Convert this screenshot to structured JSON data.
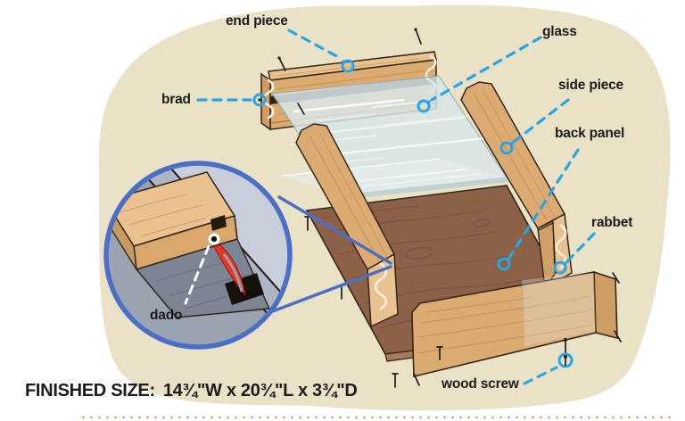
{
  "diagram": {
    "labels": {
      "end_piece": "end piece",
      "brad": "brad",
      "glass": "glass",
      "side_piece": "side piece",
      "back_panel": "back panel",
      "rabbet": "rabbet",
      "wood_screw": "wood screw",
      "dado": "dado"
    },
    "finished_size": {
      "label": "FINISHED SIZE:",
      "value": "14¾\"W x 20¾\"L x 3¾\"D"
    },
    "colors": {
      "background": "#ffffff",
      "blob_tan": "#eae2c6",
      "callout_blue": "#29a5e5",
      "magnifier_ring_blue": "#4b6fc6",
      "wood_light": "#e9c38f",
      "wood_medium": "#dcab72",
      "back_panel_brown": "#8d6148",
      "glass_blue": "#d9e7e9",
      "dado_blade_red": "#e8351f",
      "glue_white": "#f6efdc",
      "label_text": "#1b1b1b"
    }
  }
}
